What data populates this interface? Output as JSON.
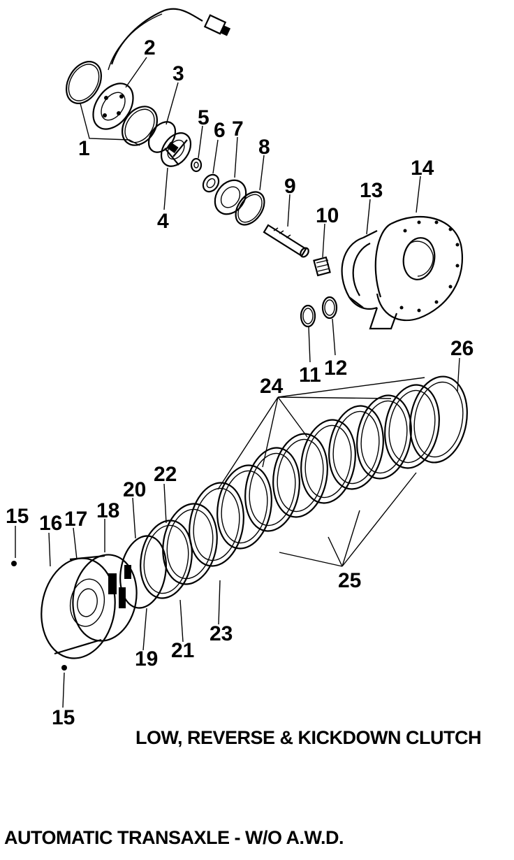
{
  "diagram": {
    "title": "LOW, REVERSE & KICKDOWN CLUTCH",
    "subtitle": "AUTOMATIC TRANSAXLE - W/O A.W.D.",
    "callouts": [
      {
        "id": "1",
        "text": "1"
      },
      {
        "id": "2",
        "text": "2"
      },
      {
        "id": "3",
        "text": "3"
      },
      {
        "id": "4",
        "text": "4"
      },
      {
        "id": "5",
        "text": "5"
      },
      {
        "id": "6",
        "text": "6"
      },
      {
        "id": "7",
        "text": "7"
      },
      {
        "id": "8",
        "text": "8"
      },
      {
        "id": "9",
        "text": "9"
      },
      {
        "id": "10",
        "text": "10"
      },
      {
        "id": "11",
        "text": "11"
      },
      {
        "id": "12",
        "text": "12"
      },
      {
        "id": "13",
        "text": "13"
      },
      {
        "id": "14",
        "text": "14"
      },
      {
        "id": "15a",
        "text": "15"
      },
      {
        "id": "15b",
        "text": "15"
      },
      {
        "id": "16",
        "text": "16"
      },
      {
        "id": "17",
        "text": "17"
      },
      {
        "id": "18",
        "text": "18"
      },
      {
        "id": "19",
        "text": "19"
      },
      {
        "id": "20",
        "text": "20"
      },
      {
        "id": "21",
        "text": "21"
      },
      {
        "id": "22",
        "text": "22"
      },
      {
        "id": "23",
        "text": "23"
      },
      {
        "id": "24",
        "text": "24"
      },
      {
        "id": "25",
        "text": "25"
      },
      {
        "id": "26",
        "text": "26"
      }
    ]
  }
}
